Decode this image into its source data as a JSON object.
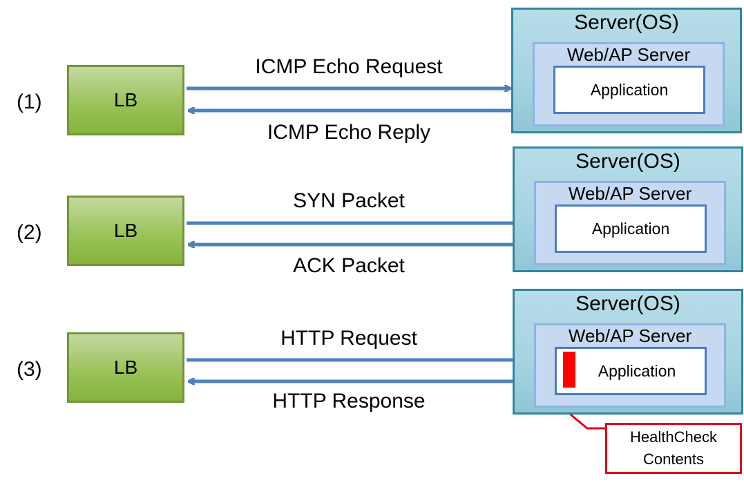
{
  "rows": [
    {
      "step": "(1)",
      "lb": "LB",
      "request": "ICMP Echo Request",
      "reply": "ICMP Echo Reply",
      "server_os": "Server(OS)",
      "web_ap": "Web/AP Server",
      "application": "Application"
    },
    {
      "step": "(2)",
      "lb": "LB",
      "request": "SYN Packet",
      "reply": "ACK Packet",
      "server_os": "Server(OS)",
      "web_ap": "Web/AP Server",
      "application": "Application"
    },
    {
      "step": "(3)",
      "lb": "LB",
      "request": "HTTP Request",
      "reply": "HTTP Response",
      "server_os": "Server(OS)",
      "web_ap": "Web/AP Server",
      "application": "Application"
    }
  ],
  "healthcheck": {
    "line1": "HealthCheck",
    "line2": "Contents"
  },
  "colors": {
    "arrow": "#4f81bd",
    "lb_border": "#77933c",
    "server_border": "#31859c",
    "healthcheck": "#ff0000"
  }
}
